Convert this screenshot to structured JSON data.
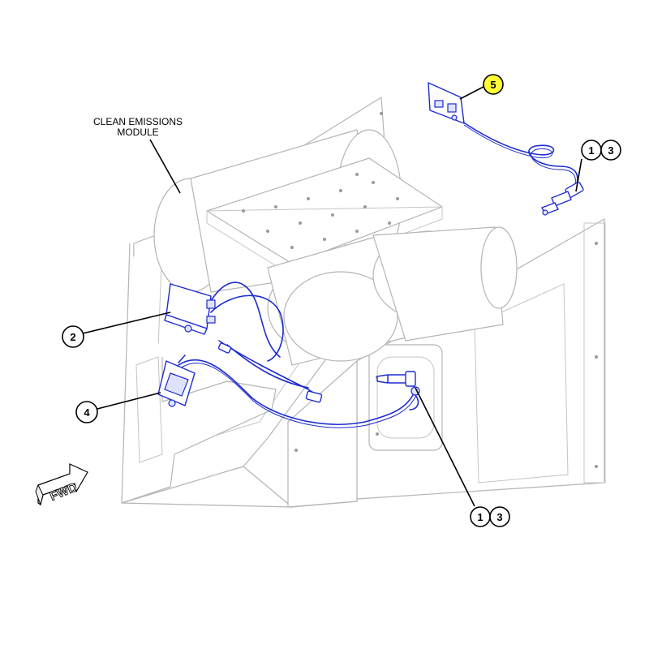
{
  "module_label": {
    "line1": "CLEAN EMISSIONS",
    "line2": "MODULE"
  },
  "fwd_label": "FWD",
  "callouts": [
    {
      "number": "5",
      "highlighted": true
    },
    {
      "number": "1",
      "highlighted": false
    },
    {
      "number": "3",
      "highlighted": false
    },
    {
      "number": "2",
      "highlighted": false
    },
    {
      "number": "4",
      "highlighted": false
    },
    {
      "number": "1",
      "highlighted": false
    },
    {
      "number": "3",
      "highlighted": false
    }
  ],
  "colors": {
    "harness": "#1c2cd0",
    "housing": "#b4b4b4",
    "highlight": "#ffff33"
  }
}
